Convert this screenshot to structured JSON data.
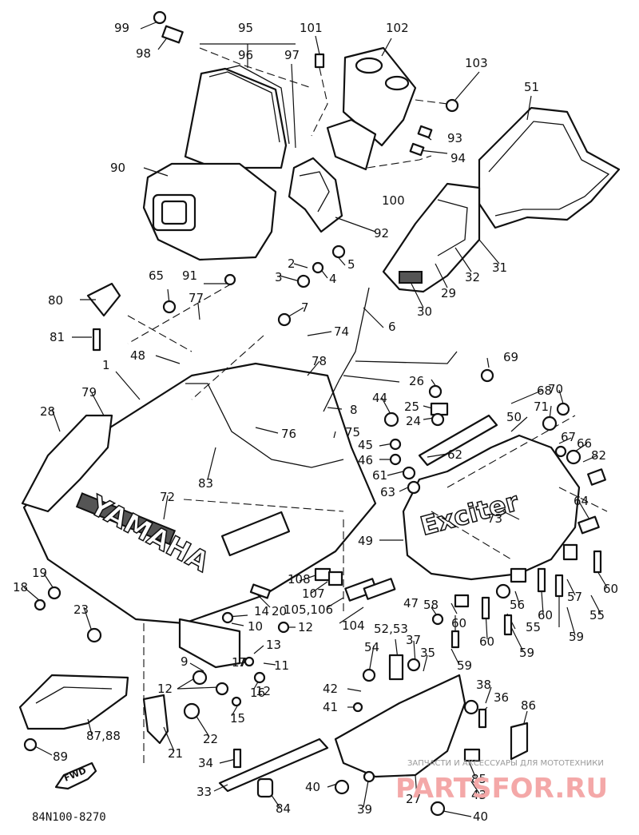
{
  "diagram": {
    "code": "84N100-8270",
    "brand_hood": "YAMAHA",
    "brand_side": "Exciter",
    "fwd_label": "FWD",
    "watermark_top": "ЗАПЧАСТИ И АКСЕССУАРЫ ДЛЯ МОТОТЕХНИКИ",
    "watermark_brand": "PARTSFOR.RU",
    "callouts": [
      "1",
      "2",
      "3",
      "4",
      "5",
      "6",
      "7",
      "7",
      "8",
      "9",
      "10",
      "11",
      "12",
      "12",
      "12",
      "13",
      "14",
      "15",
      "16",
      "17",
      "18",
      "19",
      "20",
      "21",
      "22",
      "23",
      "24",
      "25",
      "26",
      "27",
      "28",
      "29",
      "30",
      "31",
      "32",
      "33",
      "34",
      "35",
      "36",
      "37",
      "38",
      "39",
      "40",
      "40",
      "41",
      "42",
      "43",
      "44",
      "45",
      "46",
      "47",
      "48",
      "49",
      "50",
      "51",
      "52,53",
      "54",
      "55",
      "55",
      "56",
      "57",
      "58",
      "59",
      "59",
      "59",
      "60",
      "60",
      "60",
      "60",
      "61",
      "62",
      "63",
      "64",
      "65",
      "66",
      "67",
      "68",
      "69",
      "70",
      "71",
      "72",
      "73",
      "74",
      "75",
      "76",
      "77",
      "78",
      "79",
      "80",
      "81",
      "82",
      "83",
      "84",
      "85",
      "86",
      "87,88",
      "89",
      "90",
      "91",
      "92",
      "93",
      "94",
      "95",
      "96",
      "97",
      "98",
      "99",
      "100",
      "101",
      "102",
      "103",
      "104",
      "105,106",
      "107",
      "108"
    ]
  }
}
